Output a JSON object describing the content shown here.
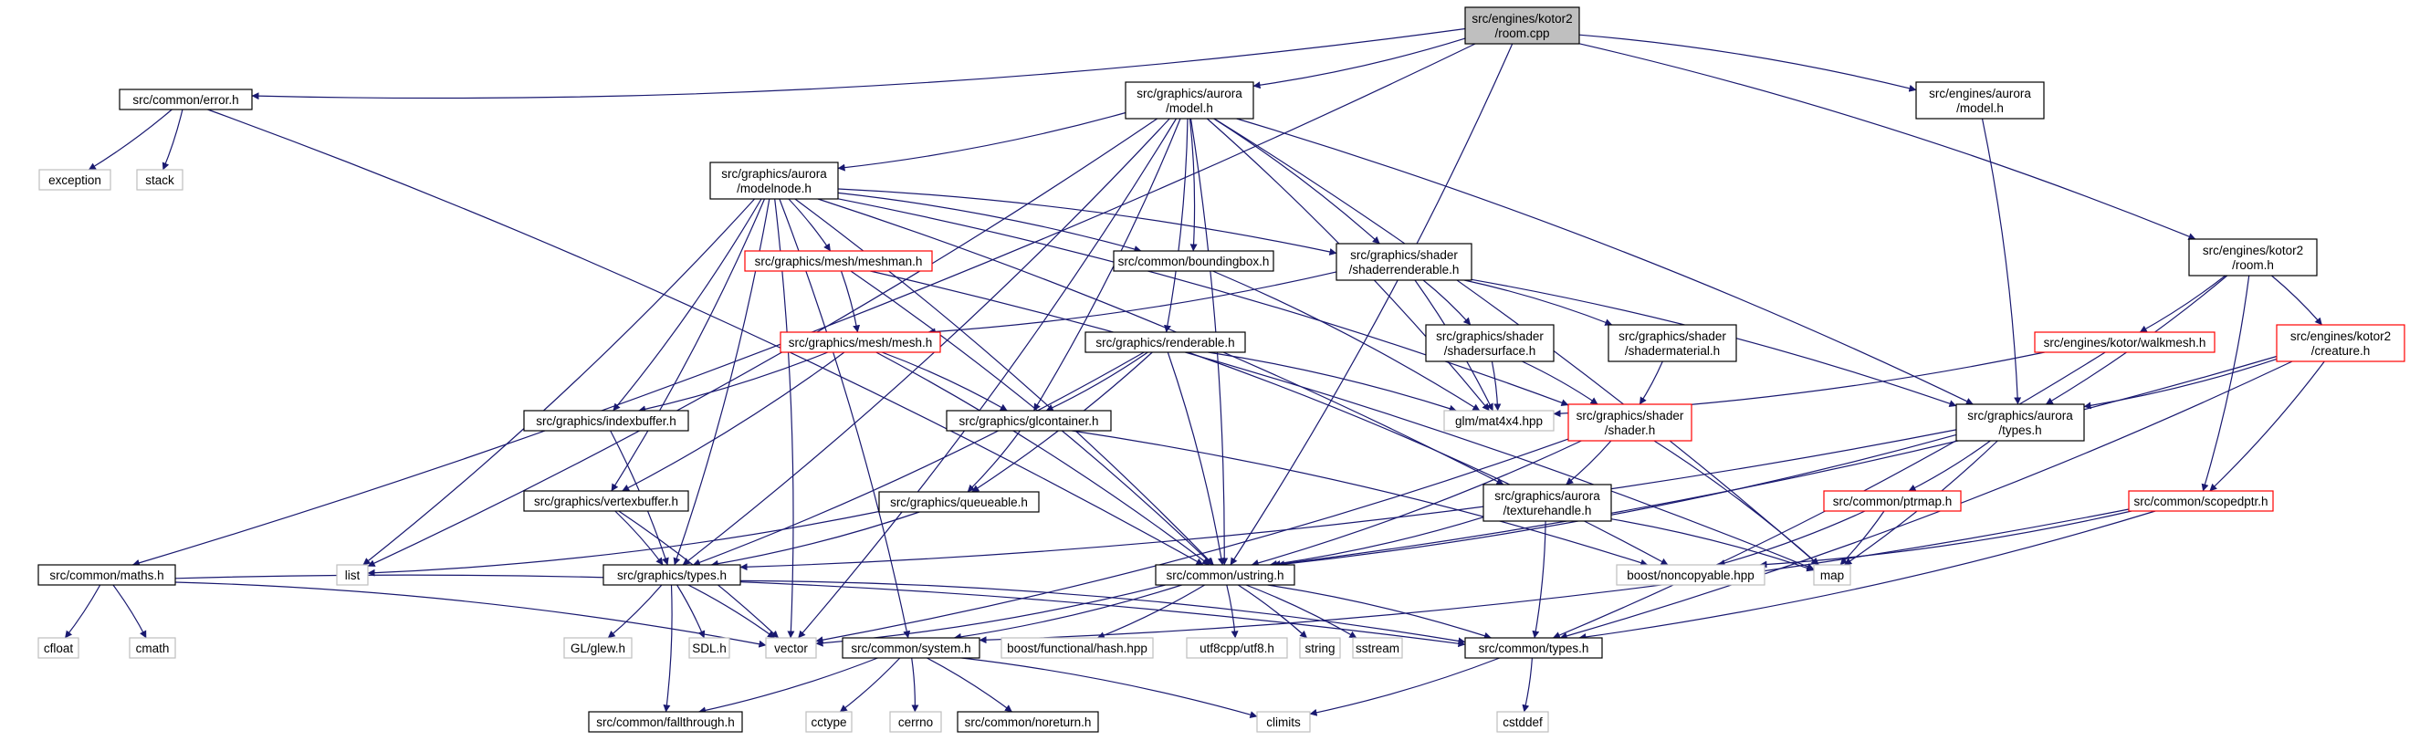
{
  "colors": {
    "edge": "#191970",
    "box_border": "#000000",
    "box_fill": "#ffffff",
    "root_fill": "#bfbfbf",
    "incomplete_border": "#ff0000",
    "external_border": "#bfbfbf",
    "text": "#000000"
  },
  "nodes": [
    {
      "id": "room_cpp",
      "kind": "root",
      "lines": [
        "src/engines/kotor2",
        "/room.cpp"
      ]
    },
    {
      "id": "error_h",
      "kind": "normal",
      "lines": [
        "src/common/error.h"
      ]
    },
    {
      "id": "aurora_model_h",
      "kind": "normal",
      "lines": [
        "src/graphics/aurora",
        "/model.h"
      ]
    },
    {
      "id": "eng_aurora_model_h",
      "kind": "normal",
      "lines": [
        "src/engines/aurora",
        "/model.h"
      ]
    },
    {
      "id": "maths_h",
      "kind": "normal",
      "lines": [
        "src/common/maths.h"
      ]
    },
    {
      "id": "kotor2_room_h",
      "kind": "normal",
      "lines": [
        "src/engines/kotor2",
        "/room.h"
      ]
    },
    {
      "id": "exception",
      "kind": "external",
      "lines": [
        "exception"
      ]
    },
    {
      "id": "stack",
      "kind": "external",
      "lines": [
        "stack"
      ]
    },
    {
      "id": "modelnode_h",
      "kind": "normal",
      "lines": [
        "src/graphics/aurora",
        "/modelnode.h"
      ]
    },
    {
      "id": "meshman_h",
      "kind": "incomplete",
      "lines": [
        "src/graphics/mesh/meshman.h"
      ]
    },
    {
      "id": "boundingbox_h",
      "kind": "normal",
      "lines": [
        "src/common/boundingbox.h"
      ]
    },
    {
      "id": "shaderrenderable_h",
      "kind": "normal",
      "lines": [
        "src/graphics/shader",
        "/shaderrenderable.h"
      ]
    },
    {
      "id": "walkmesh_h",
      "kind": "incomplete",
      "lines": [
        "src/engines/kotor/walkmesh.h"
      ]
    },
    {
      "id": "creature_h",
      "kind": "incomplete",
      "lines": [
        "src/engines/kotor2",
        "/creature.h"
      ]
    },
    {
      "id": "mesh_h",
      "kind": "incomplete",
      "lines": [
        "src/graphics/mesh/mesh.h"
      ]
    },
    {
      "id": "renderable_h",
      "kind": "normal",
      "lines": [
        "src/graphics/renderable.h"
      ]
    },
    {
      "id": "shadersurface_h",
      "kind": "normal",
      "lines": [
        "src/graphics/shader",
        "/shadersurface.h"
      ]
    },
    {
      "id": "shadermaterial_h",
      "kind": "normal",
      "lines": [
        "src/graphics/shader",
        "/shadermaterial.h"
      ]
    },
    {
      "id": "indexbuffer_h",
      "kind": "normal",
      "lines": [
        "src/graphics/indexbuffer.h"
      ]
    },
    {
      "id": "glcontainer_h",
      "kind": "normal",
      "lines": [
        "src/graphics/glcontainer.h"
      ]
    },
    {
      "id": "mat4x4",
      "kind": "external",
      "lines": [
        "glm/mat4x4.hpp"
      ]
    },
    {
      "id": "shader_h",
      "kind": "incomplete",
      "lines": [
        "src/graphics/shader",
        "/shader.h"
      ]
    },
    {
      "id": "aurora_types_h",
      "kind": "normal",
      "lines": [
        "src/graphics/aurora",
        "/types.h"
      ]
    },
    {
      "id": "vertexbuffer_h",
      "kind": "normal",
      "lines": [
        "src/graphics/vertexbuffer.h"
      ]
    },
    {
      "id": "queueable_h",
      "kind": "normal",
      "lines": [
        "src/graphics/queueable.h"
      ]
    },
    {
      "id": "texturehandle_h",
      "kind": "normal",
      "lines": [
        "src/graphics/aurora",
        "/texturehandle.h"
      ]
    },
    {
      "id": "ptrmap_h",
      "kind": "incomplete",
      "lines": [
        "src/common/ptrmap.h"
      ]
    },
    {
      "id": "scopedptr_h",
      "kind": "incomplete",
      "lines": [
        "src/common/scopedptr.h"
      ]
    },
    {
      "id": "list",
      "kind": "external",
      "lines": [
        "list"
      ]
    },
    {
      "id": "graphics_types_h",
      "kind": "normal",
      "lines": [
        "src/graphics/types.h"
      ]
    },
    {
      "id": "ustring_h",
      "kind": "normal",
      "lines": [
        "src/common/ustring.h"
      ]
    },
    {
      "id": "noncopyable",
      "kind": "external",
      "lines": [
        "boost/noncopyable.hpp"
      ]
    },
    {
      "id": "map",
      "kind": "external",
      "lines": [
        "map"
      ]
    },
    {
      "id": "cfloat",
      "kind": "external",
      "lines": [
        "cfloat"
      ]
    },
    {
      "id": "cmath",
      "kind": "external",
      "lines": [
        "cmath"
      ]
    },
    {
      "id": "glew_h",
      "kind": "external",
      "lines": [
        "GL/glew.h"
      ]
    },
    {
      "id": "sdl_h",
      "kind": "external",
      "lines": [
        "SDL.h"
      ]
    },
    {
      "id": "vector",
      "kind": "external",
      "lines": [
        "vector"
      ]
    },
    {
      "id": "system_h",
      "kind": "normal",
      "lines": [
        "src/common/system.h"
      ]
    },
    {
      "id": "hash_hpp",
      "kind": "external",
      "lines": [
        "boost/functional/hash.hpp"
      ]
    },
    {
      "id": "utf8_h",
      "kind": "external",
      "lines": [
        "utf8cpp/utf8.h"
      ]
    },
    {
      "id": "string",
      "kind": "external",
      "lines": [
        "string"
      ]
    },
    {
      "id": "sstream",
      "kind": "external",
      "lines": [
        "sstream"
      ]
    },
    {
      "id": "common_types_h",
      "kind": "normal",
      "lines": [
        "src/common/types.h"
      ]
    },
    {
      "id": "cctype",
      "kind": "external",
      "lines": [
        "cctype"
      ]
    },
    {
      "id": "cerrno",
      "kind": "external",
      "lines": [
        "cerrno"
      ]
    },
    {
      "id": "noreturn_h",
      "kind": "normal",
      "lines": [
        "src/common/noreturn.h"
      ]
    },
    {
      "id": "climits",
      "kind": "external",
      "lines": [
        "climits"
      ]
    },
    {
      "id": "cstddef",
      "kind": "external",
      "lines": [
        "cstddef"
      ]
    },
    {
      "id": "fallthrough_h",
      "kind": "normal",
      "lines": [
        "src/common/fallthrough.h"
      ]
    }
  ],
  "edges": [
    [
      "room_cpp",
      "error_h"
    ],
    [
      "room_cpp",
      "aurora_model_h"
    ],
    [
      "room_cpp",
      "eng_aurora_model_h"
    ],
    [
      "room_cpp",
      "kotor2_room_h"
    ],
    [
      "room_cpp",
      "maths_h"
    ],
    [
      "room_cpp",
      "ustring_h"
    ],
    [
      "error_h",
      "exception"
    ],
    [
      "error_h",
      "stack"
    ],
    [
      "error_h",
      "ustring_h"
    ],
    [
      "aurora_model_h",
      "modelnode_h"
    ],
    [
      "aurora_model_h",
      "boundingbox_h"
    ],
    [
      "aurora_model_h",
      "shaderrenderable_h"
    ],
    [
      "aurora_model_h",
      "renderable_h"
    ],
    [
      "aurora_model_h",
      "glcontainer_h"
    ],
    [
      "aurora_model_h",
      "aurora_types_h"
    ],
    [
      "aurora_model_h",
      "mat4x4"
    ],
    [
      "aurora_model_h",
      "list"
    ],
    [
      "aurora_model_h",
      "vector"
    ],
    [
      "aurora_model_h",
      "ustring_h"
    ],
    [
      "aurora_model_h",
      "map"
    ],
    [
      "aurora_model_h",
      "graphics_types_h"
    ],
    [
      "eng_aurora_model_h",
      "aurora_types_h"
    ],
    [
      "kotor2_room_h",
      "walkmesh_h"
    ],
    [
      "kotor2_room_h",
      "creature_h"
    ],
    [
      "kotor2_room_h",
      "aurora_types_h"
    ],
    [
      "kotor2_room_h",
      "scopedptr_h"
    ],
    [
      "maths_h",
      "cfloat"
    ],
    [
      "maths_h",
      "cmath"
    ],
    [
      "maths_h",
      "common_types_h"
    ],
    [
      "maths_h",
      "vector"
    ],
    [
      "modelnode_h",
      "meshman_h"
    ],
    [
      "modelnode_h",
      "boundingbox_h"
    ],
    [
      "modelnode_h",
      "shaderrenderable_h"
    ],
    [
      "modelnode_h",
      "indexbuffer_h"
    ],
    [
      "modelnode_h",
      "vertexbuffer_h"
    ],
    [
      "modelnode_h",
      "list"
    ],
    [
      "modelnode_h",
      "graphics_types_h"
    ],
    [
      "modelnode_h",
      "ustring_h"
    ],
    [
      "modelnode_h",
      "texturehandle_h"
    ],
    [
      "modelnode_h",
      "shader_h"
    ],
    [
      "modelnode_h",
      "vector"
    ],
    [
      "modelnode_h",
      "system_h"
    ],
    [
      "meshman_h",
      "mesh_h"
    ],
    [
      "meshman_h",
      "map"
    ],
    [
      "meshman_h",
      "ustring_h"
    ],
    [
      "boundingbox_h",
      "mat4x4"
    ],
    [
      "shaderrenderable_h",
      "shadersurface_h"
    ],
    [
      "shaderrenderable_h",
      "shadermaterial_h"
    ],
    [
      "shaderrenderable_h",
      "mesh_h"
    ],
    [
      "shaderrenderable_h",
      "mat4x4"
    ],
    [
      "shaderrenderable_h",
      "aurora_types_h"
    ],
    [
      "walkmesh_h",
      "mat4x4"
    ],
    [
      "walkmesh_h",
      "common_types_h"
    ],
    [
      "creature_h",
      "aurora_types_h"
    ],
    [
      "creature_h",
      "scopedptr_h"
    ],
    [
      "creature_h",
      "ustring_h"
    ],
    [
      "creature_h",
      "common_types_h"
    ],
    [
      "mesh_h",
      "indexbuffer_h"
    ],
    [
      "mesh_h",
      "vertexbuffer_h"
    ],
    [
      "mesh_h",
      "glcontainer_h"
    ],
    [
      "mesh_h",
      "ustring_h"
    ],
    [
      "renderable_h",
      "graphics_types_h"
    ],
    [
      "renderable_h",
      "glcontainer_h"
    ],
    [
      "renderable_h",
      "queueable_h"
    ],
    [
      "renderable_h",
      "mat4x4"
    ],
    [
      "renderable_h",
      "ustring_h"
    ],
    [
      "renderable_h",
      "noncopyable"
    ],
    [
      "shadersurface_h",
      "shader_h"
    ],
    [
      "shadersurface_h",
      "mat4x4"
    ],
    [
      "shadermaterial_h",
      "shader_h"
    ],
    [
      "indexbuffer_h",
      "graphics_types_h"
    ],
    [
      "glcontainer_h",
      "queueable_h"
    ],
    [
      "glcontainer_h",
      "noncopyable"
    ],
    [
      "shader_h",
      "texturehandle_h"
    ],
    [
      "shader_h",
      "ustring_h"
    ],
    [
      "shader_h",
      "map"
    ],
    [
      "shader_h",
      "vector"
    ],
    [
      "aurora_types_h",
      "ptrmap_h"
    ],
    [
      "aurora_types_h",
      "map"
    ],
    [
      "aurora_types_h",
      "ustring_h"
    ],
    [
      "aurora_types_h",
      "graphics_types_h"
    ],
    [
      "vertexbuffer_h",
      "graphics_types_h"
    ],
    [
      "vertexbuffer_h",
      "vector"
    ],
    [
      "queueable_h",
      "graphics_types_h"
    ],
    [
      "queueable_h",
      "list"
    ],
    [
      "texturehandle_h",
      "ustring_h"
    ],
    [
      "texturehandle_h",
      "common_types_h"
    ],
    [
      "texturehandle_h",
      "map"
    ],
    [
      "ptrmap_h",
      "map"
    ],
    [
      "ptrmap_h",
      "noncopyable"
    ],
    [
      "scopedptr_h",
      "noncopyable"
    ],
    [
      "scopedptr_h",
      "common_types_h"
    ],
    [
      "scopedptr_h",
      "system_h"
    ],
    [
      "graphics_types_h",
      "glew_h"
    ],
    [
      "graphics_types_h",
      "sdl_h"
    ],
    [
      "graphics_types_h",
      "vector"
    ],
    [
      "graphics_types_h",
      "common_types_h"
    ],
    [
      "graphics_types_h",
      "fallthrough_h"
    ],
    [
      "ustring_h",
      "vector"
    ],
    [
      "ustring_h",
      "system_h"
    ],
    [
      "ustring_h",
      "hash_hpp"
    ],
    [
      "ustring_h",
      "utf8_h"
    ],
    [
      "ustring_h",
      "string"
    ],
    [
      "ustring_h",
      "sstream"
    ],
    [
      "ustring_h",
      "common_types_h"
    ],
    [
      "system_h",
      "cctype"
    ],
    [
      "system_h",
      "cerrno"
    ],
    [
      "system_h",
      "noreturn_h"
    ],
    [
      "system_h",
      "climits"
    ],
    [
      "system_h",
      "fallthrough_h"
    ],
    [
      "common_types_h",
      "climits"
    ],
    [
      "common_types_h",
      "cstddef"
    ]
  ]
}
